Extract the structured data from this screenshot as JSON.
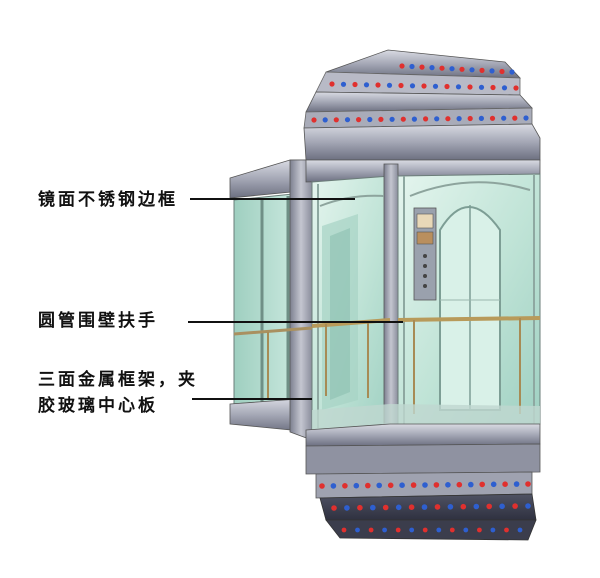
{
  "callouts": {
    "frame": "镜面不锈钢边框",
    "handrail": "圆管围壁扶手",
    "panel_line1": "三面金属框架，夹",
    "panel_line2": "胶玻璃中心板"
  },
  "colors": {
    "steel_light": "#c9cbd4",
    "steel_mid": "#9a9dab",
    "steel_dark": "#5c5f70",
    "glass": "#c8e9dd",
    "glass_deep": "#8fc5b6",
    "lamp_red": "#e0302e",
    "lamp_blue": "#2e5fd0",
    "handrail": "#b89a5a"
  }
}
